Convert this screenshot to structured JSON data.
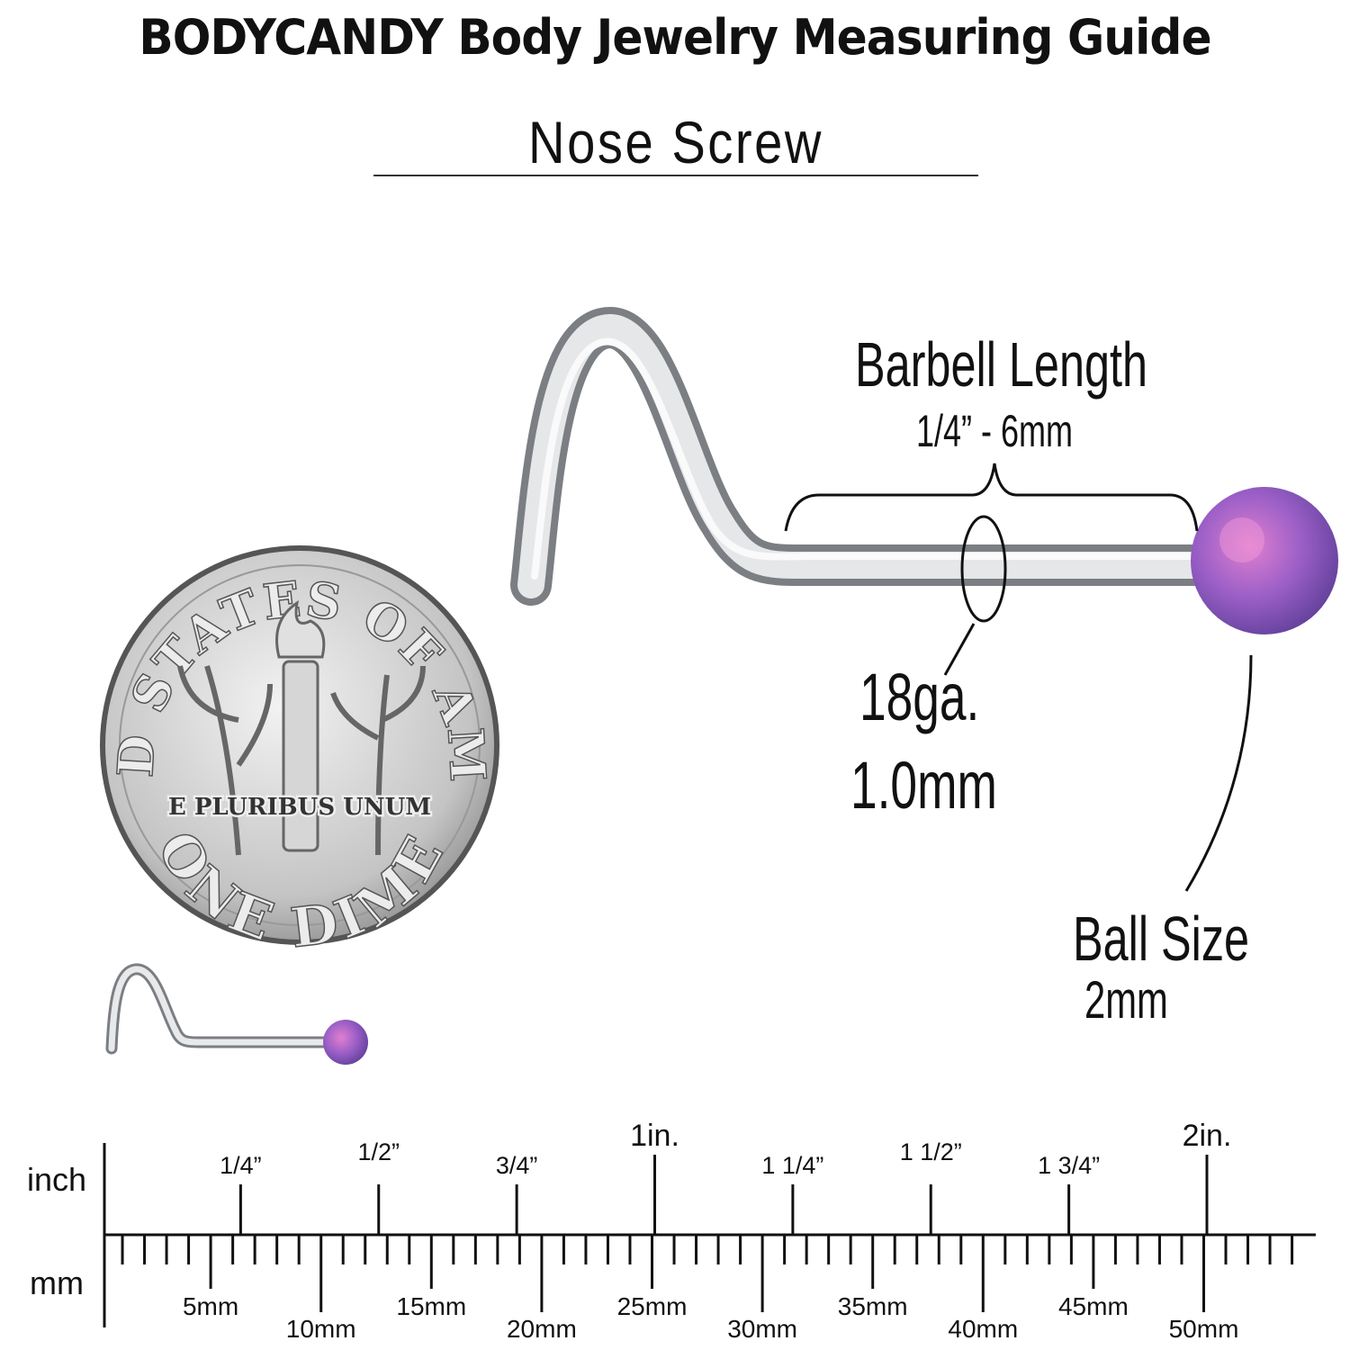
{
  "header": {
    "title": "BODYCANDY Body Jewelry Measuring Guide",
    "subtitle": "Nose Screw"
  },
  "annotations": {
    "barbell_length_label": "Barbell Length",
    "barbell_length_value": "1/4” - 6mm",
    "gauge_label": "18ga.",
    "gauge_value": "1.0mm",
    "ball_size_label": "Ball Size",
    "ball_size_value": "2mm"
  },
  "dime": {
    "top_text": "UNITED STATES OF AMERICA",
    "motto": "E PLURIBUS UNUM",
    "bottom_text": "ONE DIME"
  },
  "colors": {
    "ball": "#9b5fc7",
    "steel": "#c9cbce"
  },
  "ruler": {
    "inch_label": "inch",
    "mm_label": "mm",
    "inch_marks": [
      "1/4”",
      "1/2”",
      "3/4”",
      "1in.",
      "1 1/4”",
      "1 1/2”",
      "1 3/4”",
      "2in."
    ],
    "mm_marks": [
      "5mm",
      "10mm",
      "15mm",
      "20mm",
      "25mm",
      "30mm",
      "35mm",
      "40mm",
      "45mm",
      "50mm"
    ]
  }
}
